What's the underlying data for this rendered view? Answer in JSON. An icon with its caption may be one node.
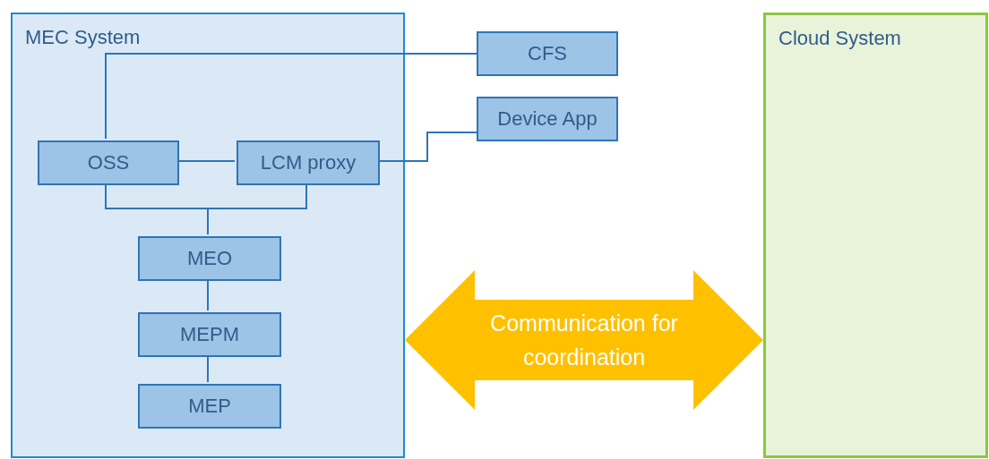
{
  "diagram": {
    "nodes": [
      {
        "text": [
          "MEC System"
        ]
      },
      {
        "text": [
          "OSS"
        ],
        "in": 0
      },
      {
        "text": [
          "LCM proxy"
        ],
        "in": 0
      },
      {
        "text": [
          "MEO"
        ],
        "in": 0
      },
      {
        "text": [
          "MEPM"
        ],
        "in": 0
      },
      {
        "text": [
          "MEP"
        ],
        "in": 0
      },
      {
        "text": [
          "CFS"
        ]
      },
      {
        "text": [
          "Device App"
        ]
      },
      {
        "text": [
          "Cloud System"
        ]
      }
    ],
    "edges": [
      {
        "from": 1,
        "to": 6,
        "arrow": "none"
      },
      {
        "from": 1,
        "to": 2,
        "arrow": "none"
      },
      {
        "from": 2,
        "to": 7,
        "arrow": "none"
      },
      {
        "from": 1,
        "to": 3,
        "arrow": "none"
      },
      {
        "from": 2,
        "to": 3,
        "arrow": "none"
      },
      {
        "from": 3,
        "to": 4,
        "arrow": "none"
      },
      {
        "from": 4,
        "to": 5,
        "arrow": "none"
      },
      {
        "from": 0,
        "to": 8,
        "arrow": "both",
        "label": "Communication for coordination",
        "style": "thick",
        "color": "#ffc000"
      }
    ]
  }
}
